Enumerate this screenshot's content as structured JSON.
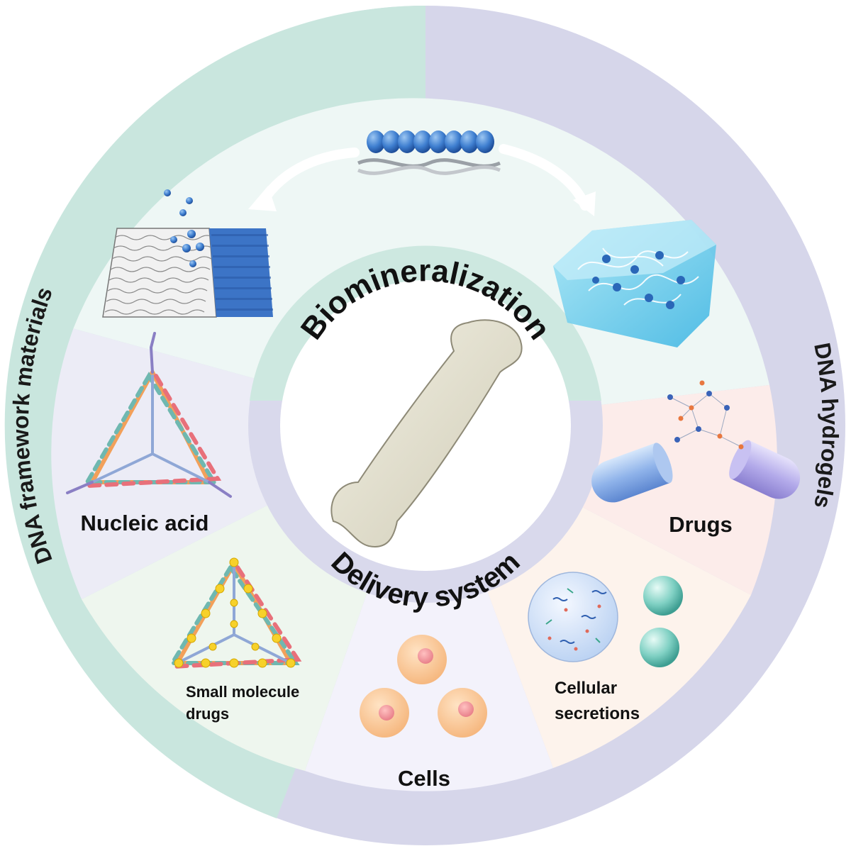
{
  "outer_ring": {
    "left_label": "DNA framework materials",
    "right_label": "DNA hydrogels"
  },
  "center": {
    "top_label": "Biomineralization",
    "bottom_label": "Delivery system"
  },
  "segments": {
    "nucleic_acid": "Nucleic acid",
    "small_molecule_line1": "Small molecule",
    "small_molecule_line2": "drugs",
    "cells": "Cells",
    "cellular_secretions_line1": "Cellular",
    "cellular_secretions_line2": "secretions",
    "drugs": "Drugs"
  },
  "colors": {
    "ring_teal": "#c9e6de",
    "ring_purple": "#d6d6ea",
    "top_sector": "#eef7f5",
    "nucleic_sector": "#ececf6",
    "small_mol_sector": "#eef6ee",
    "cells_sector": "#f3f2fb",
    "secretions_sector": "#fdf3ec",
    "drugs_sector": "#fcecea"
  }
}
